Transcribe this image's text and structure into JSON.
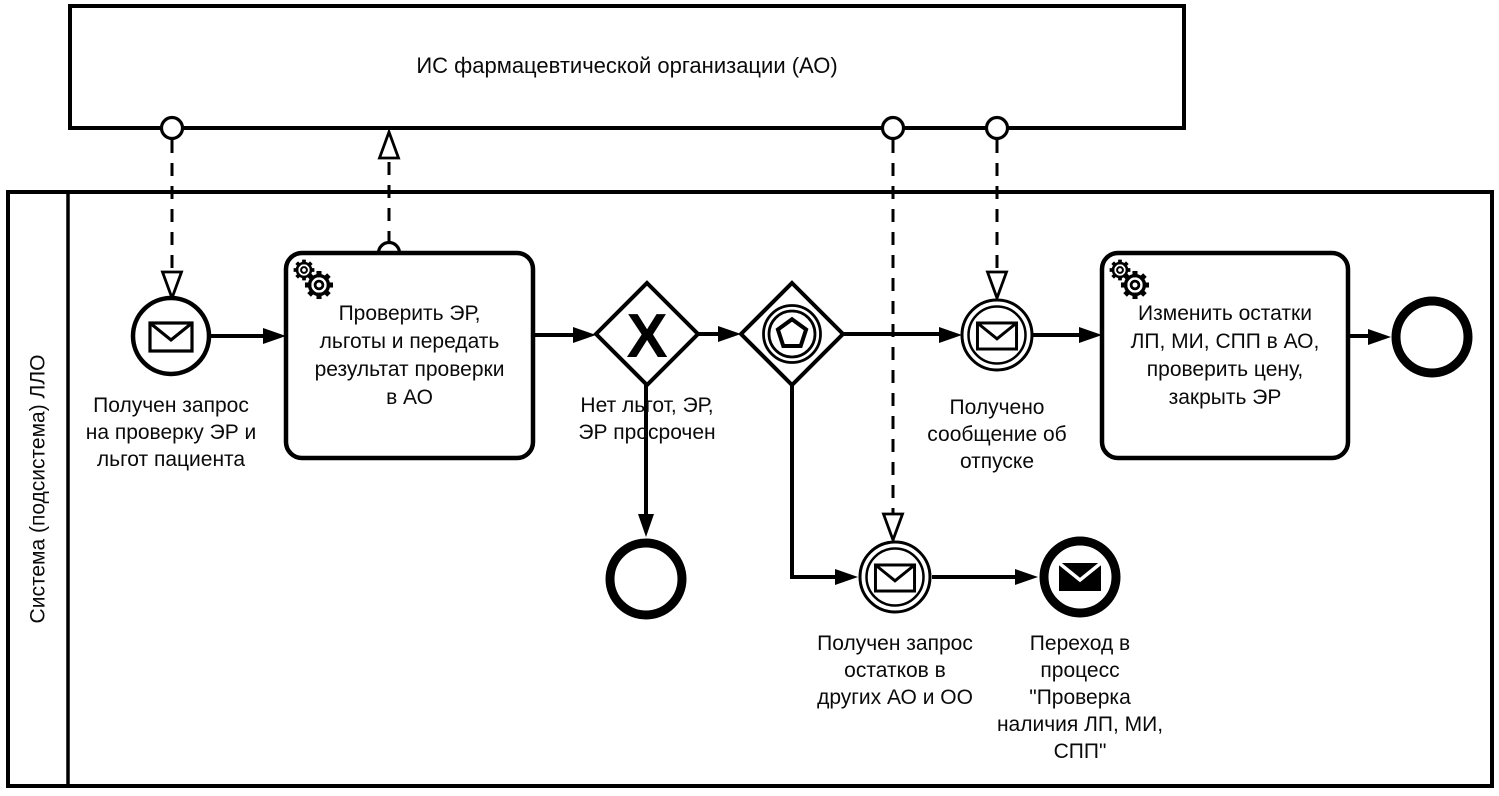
{
  "diagram": {
    "type": "bpmn-collaboration",
    "colors": {
      "stroke": "#000000",
      "fill": "#ffffff",
      "text": "#0a0a0a"
    },
    "pools": {
      "pharmacy_pool": {
        "title": "ИС фармацевтической организации (АО)"
      },
      "llo_pool": {
        "lane_label": "Система (подсистема) ЛЛО"
      }
    },
    "nodes": {
      "start_event": {
        "type": "message-start-event",
        "icon": "envelope-icon",
        "label": "Получен запрос\nна проверку ЭР и\nльгот пациента"
      },
      "task_check_er": {
        "type": "service-task",
        "icon": "gears-icon",
        "label": "Проверить ЭР,\nльготы и передать\nрезультат проверки\nв АО"
      },
      "xor_gateway": {
        "type": "exclusive-gateway",
        "marker": "X",
        "label": "Нет льгот, ЭР,\nЭР просрочен"
      },
      "event_gateway": {
        "type": "event-based-gateway",
        "icon": "pentagon-icon"
      },
      "catch_dispense_msg": {
        "type": "message-catch-event",
        "icon": "envelope-icon",
        "label": "Получено\nсообщение об\nотпуске"
      },
      "task_update_stock": {
        "type": "service-task",
        "icon": "gears-icon",
        "label": "Изменить остатки\nЛП, МИ, СПП в АО,\nпроверить цену,\nзакрыть ЭР"
      },
      "end_event_main": {
        "type": "end-event"
      },
      "end_event_no_benefit": {
        "type": "end-event"
      },
      "catch_stock_request": {
        "type": "message-catch-event",
        "icon": "envelope-icon",
        "label": "Получен запрос\nостатков в\nдругих АО и ОО"
      },
      "end_event_message": {
        "type": "message-end-event",
        "icon": "filled-envelope-icon",
        "label": "Переход в\nпроцесс\n\"Проверка\nналичия ЛП, МИ,\nСПП\""
      }
    }
  }
}
